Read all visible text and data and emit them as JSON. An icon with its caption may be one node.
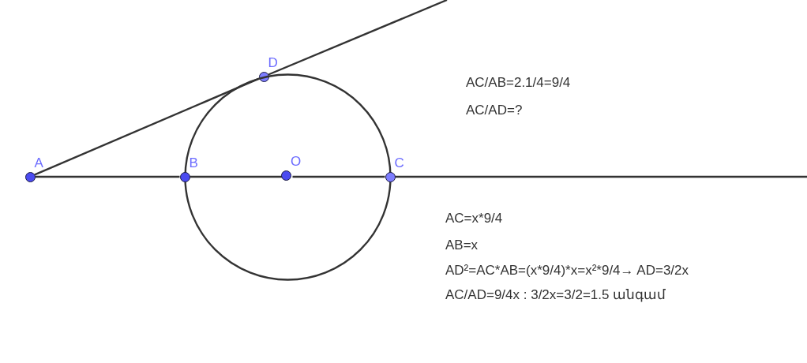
{
  "diagram": {
    "nodes": [
      {
        "text": [
          "D"
        ]
      },
      {
        "text": [
          "A"
        ]
      },
      {
        "text": [],
        "shape": "circle"
      },
      {
        "text": [
          "B"
        ]
      },
      {
        "text": [
          "O"
        ],
        "in": 2
      },
      {
        "text": [
          "C"
        ]
      }
    ],
    "edges": [
      {
        "from": 0,
        "to": null,
        "arrow": "none"
      },
      {
        "from": 1,
        "to": 0,
        "arrow": "none"
      },
      {
        "from": 1,
        "to": 3,
        "arrow": "none"
      },
      {
        "from": 3,
        "to": 4,
        "arrow": "none"
      },
      {
        "from": 4,
        "to": 5,
        "arrow": "none"
      },
      {
        "from": 5,
        "to": null,
        "arrow": "none"
      }
    ],
    "labels": [
      "AC/AB=2.1/4=9/4",
      "AC/AD=?",
      "AC=x*9/4",
      "AB=x",
      "AD²=AC*AB=(x*9/4)*x=x²*9/4→ AD=3/2x",
      "AC/AD=9/4x : 3/2x=3/2=1.5 անգամ"
    ]
  }
}
